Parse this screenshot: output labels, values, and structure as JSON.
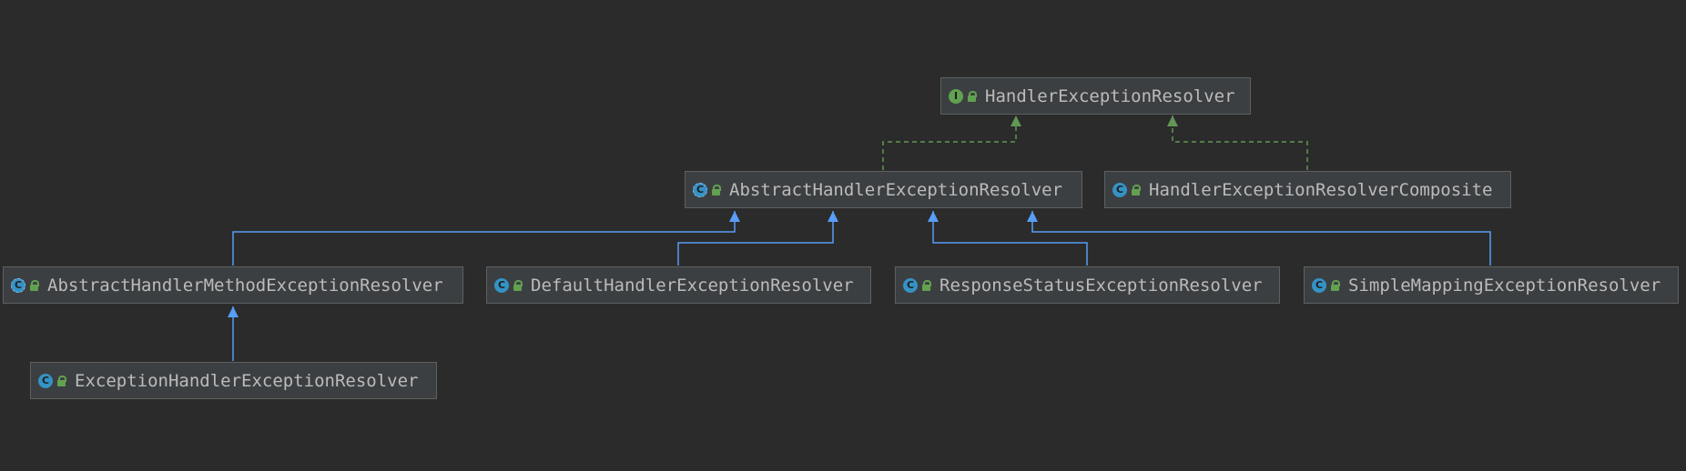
{
  "diagram": {
    "nodes": [
      {
        "id": "n1",
        "kind": "interface",
        "icon": "I",
        "label": "HandlerExceptionResolver"
      },
      {
        "id": "n2",
        "kind": "abstract",
        "icon": "C",
        "label": "AbstractHandlerExceptionResolver"
      },
      {
        "id": "n3",
        "kind": "class",
        "icon": "C",
        "label": "HandlerExceptionResolverComposite"
      },
      {
        "id": "n4",
        "kind": "abstract",
        "icon": "C",
        "label": "AbstractHandlerMethodExceptionResolver"
      },
      {
        "id": "n5",
        "kind": "class",
        "icon": "C",
        "label": "DefaultHandlerExceptionResolver"
      },
      {
        "id": "n6",
        "kind": "class",
        "icon": "C",
        "label": "ResponseStatusExceptionResolver"
      },
      {
        "id": "n7",
        "kind": "class",
        "icon": "C",
        "label": "SimpleMappingExceptionResolver"
      },
      {
        "id": "n8",
        "kind": "class",
        "icon": "C",
        "label": "ExceptionHandlerExceptionResolver"
      }
    ],
    "edges": [
      {
        "from": "n2",
        "to": "n1",
        "type": "implements"
      },
      {
        "from": "n3",
        "to": "n1",
        "type": "implements"
      },
      {
        "from": "n4",
        "to": "n2",
        "type": "extends"
      },
      {
        "from": "n5",
        "to": "n2",
        "type": "extends"
      },
      {
        "from": "n6",
        "to": "n2",
        "type": "extends"
      },
      {
        "from": "n7",
        "to": "n2",
        "type": "extends"
      },
      {
        "from": "n8",
        "to": "n4",
        "type": "extends"
      }
    ],
    "colors": {
      "background": "#2b2b2b",
      "extends_edge": "#589df6",
      "implements_edge": "#629755",
      "node_fill": "#3c3f41",
      "node_border": "#5e6060",
      "text": "#bbbbbb"
    }
  }
}
